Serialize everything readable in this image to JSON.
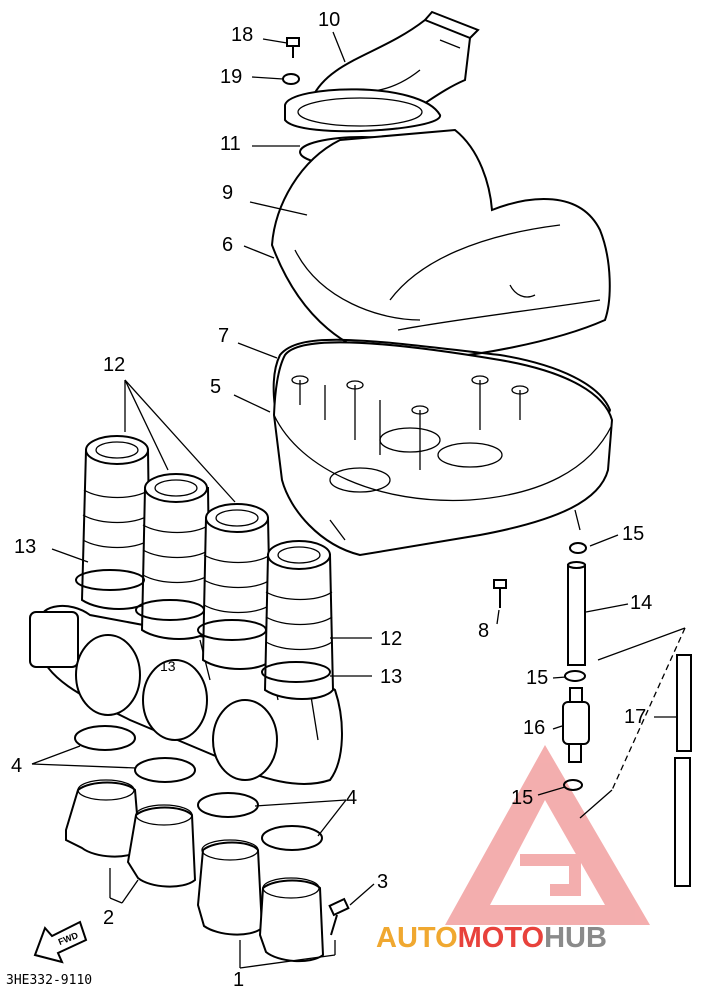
{
  "callouts": [
    {
      "id": "c18",
      "text": "18"
    },
    {
      "id": "c10",
      "text": "10"
    },
    {
      "id": "c19",
      "text": "19"
    },
    {
      "id": "c11",
      "text": "11"
    },
    {
      "id": "c9",
      "text": "9"
    },
    {
      "id": "c6",
      "text": "6"
    },
    {
      "id": "c7",
      "text": "7"
    },
    {
      "id": "c5",
      "text": "5"
    },
    {
      "id": "c12a",
      "text": "12"
    },
    {
      "id": "c13a",
      "text": "13"
    },
    {
      "id": "c13b",
      "text": "13"
    },
    {
      "id": "c12b",
      "text": "12"
    },
    {
      "id": "c13c",
      "text": "13"
    },
    {
      "id": "c15a",
      "text": "15"
    },
    {
      "id": "c14",
      "text": "14"
    },
    {
      "id": "c8",
      "text": "8"
    },
    {
      "id": "c15b",
      "text": "15"
    },
    {
      "id": "c16",
      "text": "16"
    },
    {
      "id": "c17",
      "text": "17"
    },
    {
      "id": "c15c",
      "text": "15"
    },
    {
      "id": "c4a",
      "text": "4"
    },
    {
      "id": "c4b",
      "text": "4"
    },
    {
      "id": "c3",
      "text": "3"
    },
    {
      "id": "c2",
      "text": "2"
    },
    {
      "id": "c1",
      "text": "1"
    }
  ],
  "fwd_label": "FWD",
  "diagram_code": "3HE332-9110",
  "watermark": {
    "part1": "AUTO",
    "part2": "MOTO",
    "part3": "HUB",
    "color_orange": "#f0a830",
    "color_red": "#e8423c",
    "color_gray": "#8a8a8a"
  }
}
